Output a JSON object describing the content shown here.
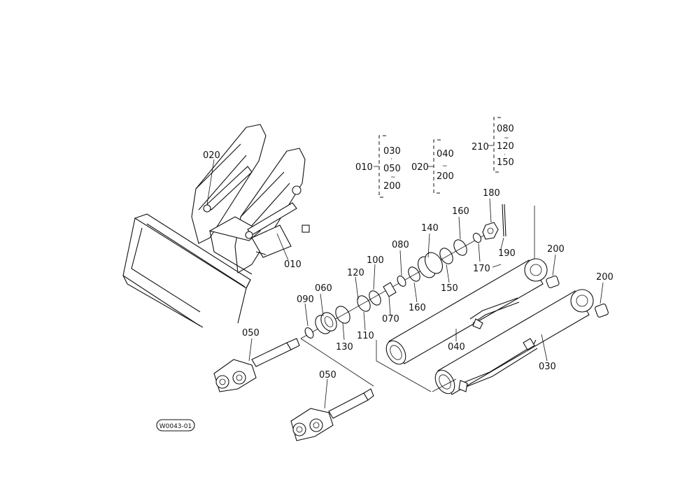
{
  "callouts": {
    "c020_loader": "020",
    "c010_loader": "010",
    "c050_upper": "050",
    "c050_lower": "050",
    "c090": "090",
    "c060": "060",
    "c120": "120",
    "c130": "130",
    "c100": "100",
    "c110": "110",
    "c080": "080",
    "c070": "070",
    "c160_left": "160",
    "c140": "140",
    "c150": "150",
    "c160_right": "160",
    "c170": "170",
    "c180": "180",
    "c190": "190",
    "c040": "040",
    "c030": "030",
    "c200_left": "200",
    "c200_right": "200"
  },
  "groups": {
    "g010": {
      "label": "010",
      "items": [
        "030",
        "050",
        "200"
      ]
    },
    "g020": {
      "label": "020",
      "items": [
        "040",
        "200"
      ]
    },
    "g210": {
      "label": "210",
      "items": [
        "080",
        "120",
        "150"
      ]
    }
  },
  "drawing_code": "W0043-01"
}
